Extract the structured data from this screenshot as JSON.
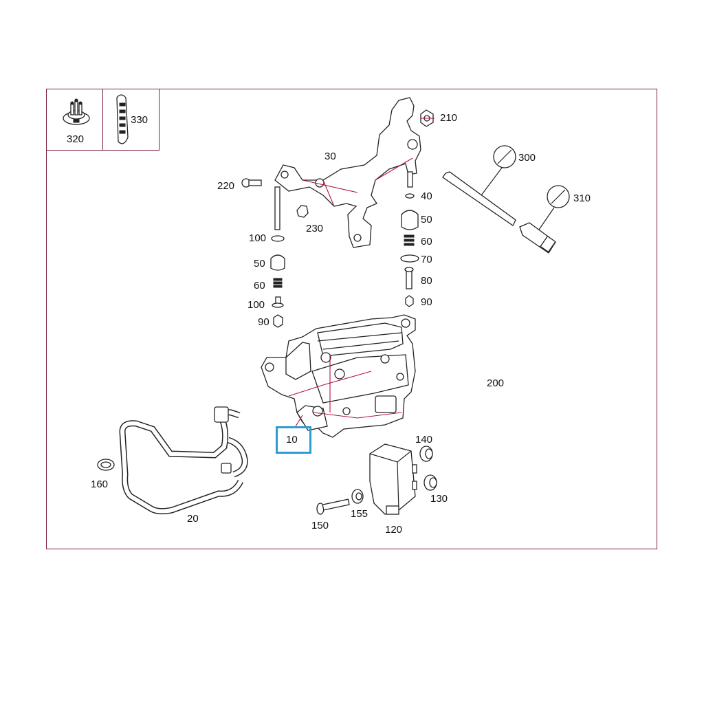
{
  "diagram": {
    "highlight_color": "#2b9bd1",
    "frame_color": "#7a1f3d",
    "line_color": "#b0123a",
    "insets": [
      {
        "label": "320",
        "icon": "connector-icon"
      },
      {
        "label": "330",
        "icon": "gasket-icon"
      }
    ],
    "callouts": {
      "c10": "10",
      "c20": "20",
      "c30": "30",
      "c40": "40",
      "c50a": "50",
      "c50b": "50",
      "c60a": "60",
      "c60b": "60",
      "c70": "70",
      "c80": "80",
      "c90a": "90",
      "c90b": "90",
      "c100a": "100",
      "c100b": "100",
      "c120": "120",
      "c130": "130",
      "c140": "140",
      "c150": "150",
      "c155": "155",
      "c160": "160",
      "c200": "200",
      "c210": "210",
      "c220": "220",
      "c230": "230",
      "c300": "300",
      "c310": "310"
    },
    "highlighted_callout": "10",
    "tool_icons": [
      "wrench-icon",
      "wrench-icon"
    ]
  }
}
